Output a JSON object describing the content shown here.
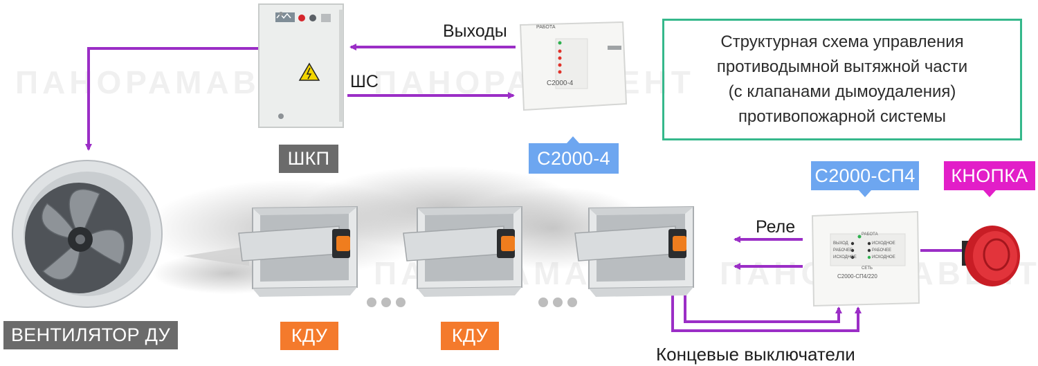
{
  "title": {
    "lines": [
      "Структурная схема управления",
      "противодымной вытяжной части",
      "(с клапанами дымоудаления)",
      "противопожарной системы"
    ]
  },
  "tags": {
    "shkp": "ШКП",
    "s2000_4": "С2000-4",
    "s2000_sp4": "С2000-СП4",
    "button": "КНОПКА",
    "fan": "ВЕНТИЛЯТОР ДУ",
    "kdu1": "КДУ",
    "kdu2": "КДУ"
  },
  "labels": {
    "outputs": "Выходы",
    "shs": "ШС",
    "relay": "Реле",
    "limit_switches": "Концевые выключатели"
  },
  "device_text": {
    "s2000_4_model": "С2000-4",
    "s2000_4_led": "РАБОТА",
    "sp4_model": "С2000-СП4/220",
    "sp4_left_1": "ВЫХОД",
    "sp4_left_2": "РАБОЧЕЕ",
    "sp4_left_3": "ИСХОДНОЕ",
    "sp4_right_1": "ИСХОДНОЕ",
    "sp4_right_2": "РАБОЧЕЕ",
    "sp4_right_3": "ИСХОДНОЕ",
    "sp4_top": "РАБОТА",
    "sp4_bottom": "СЕТЬ"
  },
  "watermark": "ПАНОРАМАВЕНТ",
  "colors": {
    "arrow": "#9b2ec6",
    "frame": "#35b88b",
    "tag_grey": "#6b6b6b",
    "tag_blue": "#6da6f0",
    "tag_orange": "#f47a2c",
    "tag_magenta": "#e21ec8",
    "button_red": "#d8202a"
  }
}
